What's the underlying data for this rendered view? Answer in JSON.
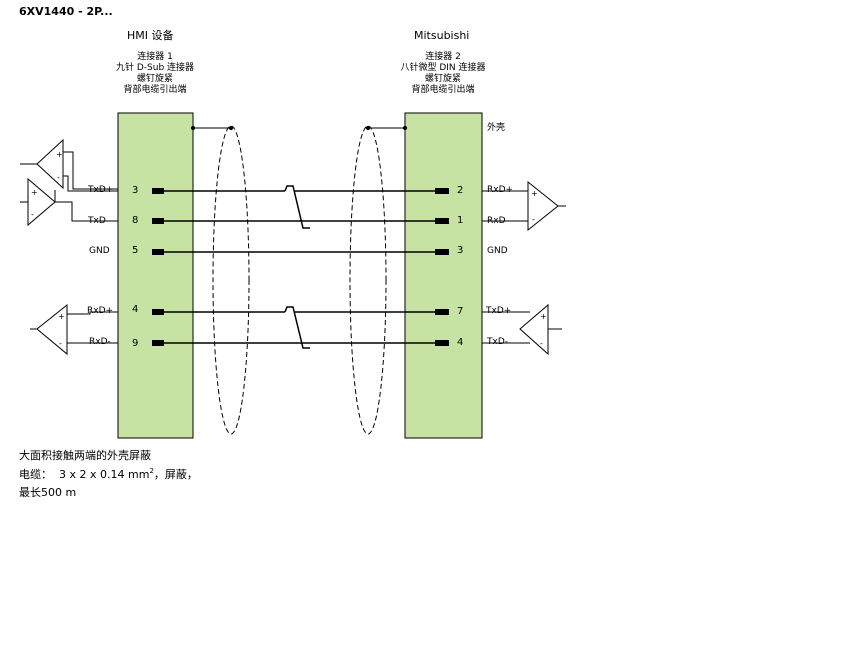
{
  "title": "6XV1440 - 2P...",
  "left_device": {
    "header": "HMI 设备",
    "desc": [
      "连接器 1",
      "九针 D-Sub 连接器",
      "螺钉旋紧",
      "背部电缆引出端"
    ],
    "rows": [
      {
        "signal": "TxD+",
        "pin": "3"
      },
      {
        "signal": "TxD-",
        "pin": "8"
      },
      {
        "signal": "GND",
        "pin": "5"
      },
      {
        "signal": "RxD+",
        "pin": "4"
      },
      {
        "signal": "RxD-",
        "pin": "9"
      }
    ]
  },
  "right_device": {
    "header": "Mitsubishi",
    "desc": [
      "连接器 2",
      "八针微型 DIN 连接器",
      "螺钉旋紧",
      "背部电缆引出端"
    ],
    "shell_label": "外壳",
    "rows": [
      {
        "signal": "RxD+",
        "pin": "2"
      },
      {
        "signal": "RxD-",
        "pin": "1"
      },
      {
        "signal": "GND",
        "pin": "3"
      },
      {
        "signal": "TxD+",
        "pin": "7"
      },
      {
        "signal": "TxD-",
        "pin": "4"
      }
    ]
  },
  "amp_signs": {
    "plus": "+",
    "minus": "-"
  },
  "notes": {
    "shield": "大面积接触两端的外壳屏蔽",
    "cable_label": "电缆：",
    "cable_spec": "3 x 2 x 0.14 mm",
    "cable_sup": "2",
    "cable_tail": "，屏蔽，",
    "max_len": "最长500 m"
  },
  "colors": {
    "connector_fill": "#c6e3a4",
    "line": "#000000",
    "shield_dash": "#000000"
  }
}
